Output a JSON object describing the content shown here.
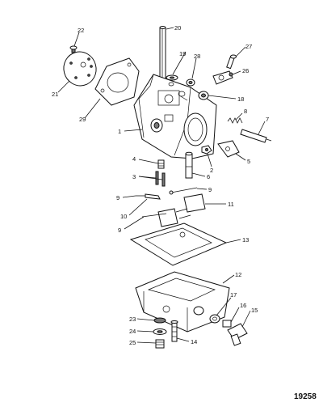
{
  "figure_number": "19258",
  "callouts": [
    {
      "id": "c1",
      "text": "1"
    },
    {
      "id": "c2",
      "text": "2"
    },
    {
      "id": "c3",
      "text": "3"
    },
    {
      "id": "c4",
      "text": "4"
    },
    {
      "id": "c5",
      "text": "5"
    },
    {
      "id": "c6",
      "text": "6"
    },
    {
      "id": "c7",
      "text": "7"
    },
    {
      "id": "c8",
      "text": "8"
    },
    {
      "id": "c9a",
      "text": "9"
    },
    {
      "id": "c9b",
      "text": "9"
    },
    {
      "id": "c9c",
      "text": "9"
    },
    {
      "id": "c10",
      "text": "10"
    },
    {
      "id": "c11",
      "text": "11"
    },
    {
      "id": "c12",
      "text": "12"
    },
    {
      "id": "c13",
      "text": "13"
    },
    {
      "id": "c14",
      "text": "14"
    },
    {
      "id": "c15",
      "text": "15"
    },
    {
      "id": "c16",
      "text": "16"
    },
    {
      "id": "c17",
      "text": "17"
    },
    {
      "id": "c18",
      "text": "18"
    },
    {
      "id": "c19",
      "text": "19"
    },
    {
      "id": "c20",
      "text": "20"
    },
    {
      "id": "c21",
      "text": "21"
    },
    {
      "id": "c22",
      "text": "22"
    },
    {
      "id": "c23",
      "text": "23"
    },
    {
      "id": "c24",
      "text": "24"
    },
    {
      "id": "c25",
      "text": "25"
    },
    {
      "id": "c26",
      "text": "26"
    },
    {
      "id": "c27",
      "text": "27"
    },
    {
      "id": "c28",
      "text": "28"
    },
    {
      "id": "c29",
      "text": "29"
    }
  ]
}
